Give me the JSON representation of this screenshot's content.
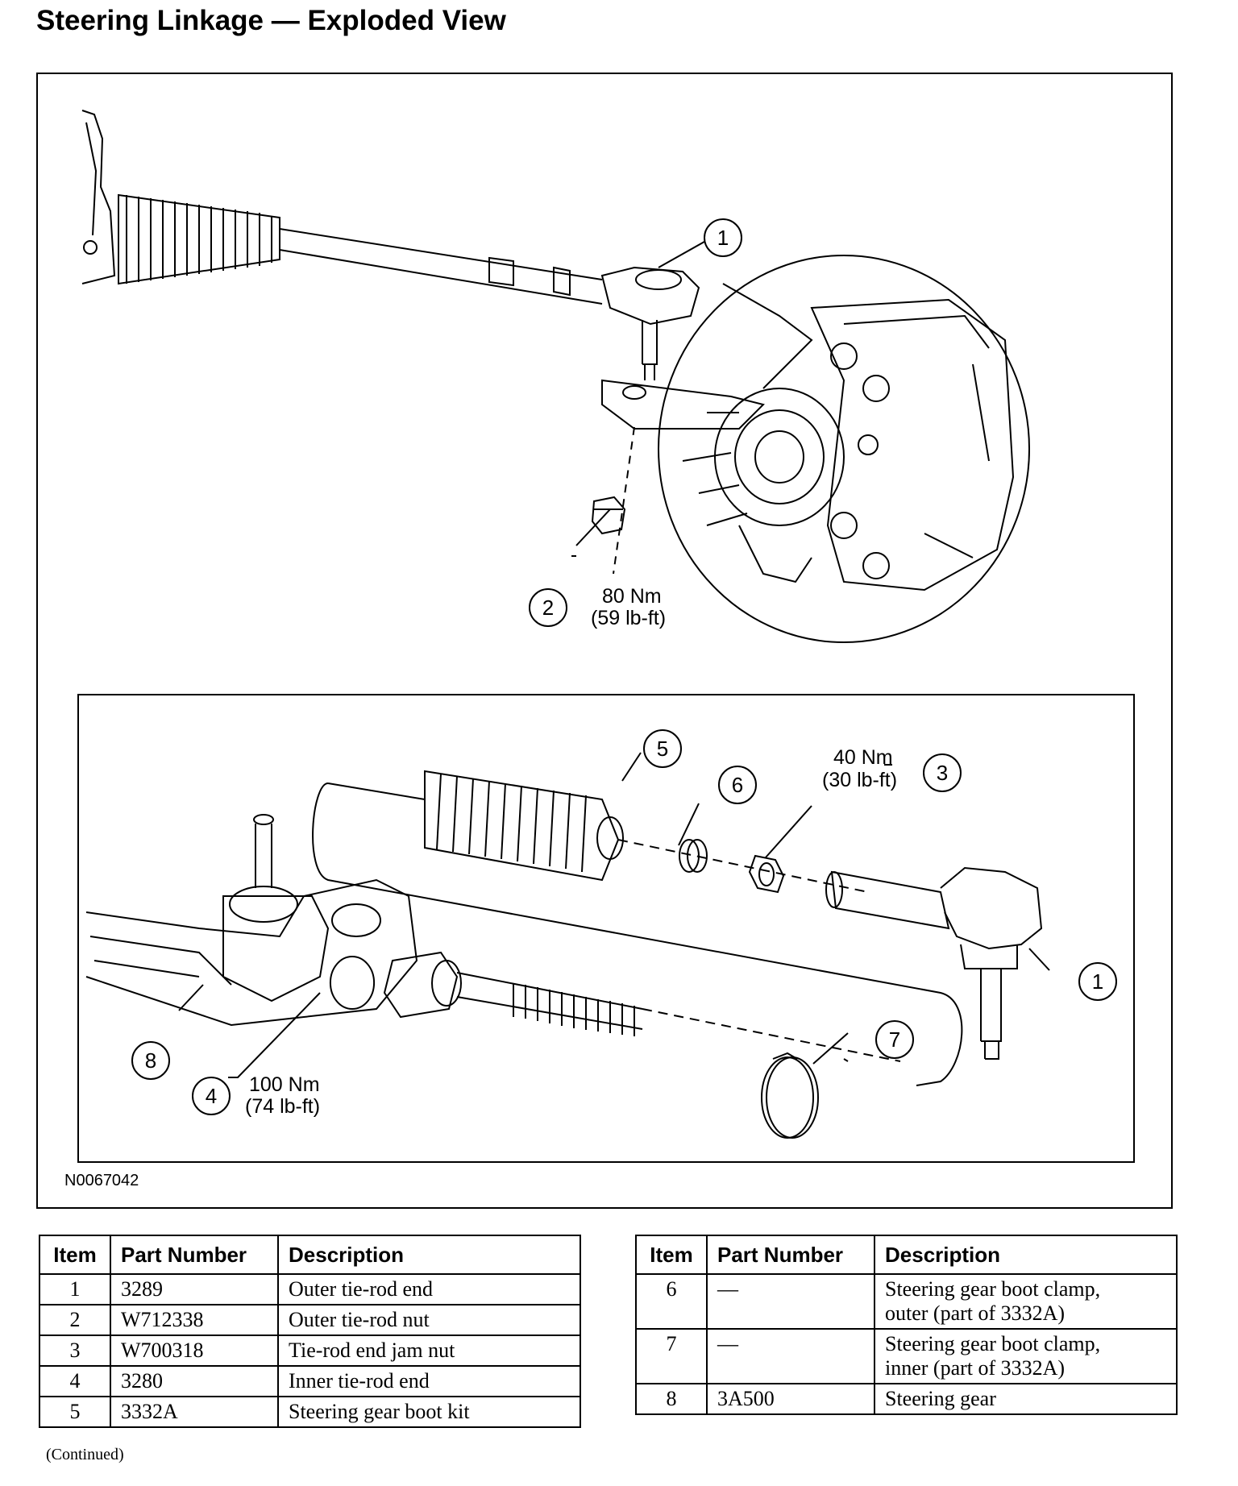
{
  "title": "Steering Linkage — Exploded View",
  "figure": {
    "code": "N0067042",
    "callouts": [
      {
        "item": "1"
      },
      {
        "item": "2",
        "torque_nm": "80 Nm",
        "torque_lbft": "(59 lb-ft)"
      },
      {
        "item": "3",
        "torque_nm": "40 Nm",
        "torque_lbft": "(30 lb-ft)"
      },
      {
        "item": "4",
        "torque_nm": "100 Nm",
        "torque_lbft": "(74 lb-ft)"
      },
      {
        "item": "5"
      },
      {
        "item": "6"
      },
      {
        "item": "7"
      },
      {
        "item": "8"
      },
      {
        "item": "1"
      }
    ]
  },
  "table": {
    "headers": [
      "Item",
      "Part Number",
      "Description"
    ],
    "rows": [
      {
        "item": "1",
        "part": "3289",
        "description": "Outer tie-rod end"
      },
      {
        "item": "2",
        "part": "W712338",
        "description": "Outer tie-rod nut"
      },
      {
        "item": "3",
        "part": "W700318",
        "description": "Tie-rod end jam nut"
      },
      {
        "item": "4",
        "part": "3280",
        "description": "Inner tie-rod end"
      },
      {
        "item": "5",
        "part": "3332A",
        "description": "Steering gear boot kit"
      },
      {
        "item": "6",
        "part": "—",
        "description_line1": "Steering gear boot clamp,",
        "description_line2": "outer (part of 3332A)"
      },
      {
        "item": "7",
        "part": "—",
        "description_line1": "Steering gear boot clamp,",
        "description_line2": "inner (part of 3332A)"
      },
      {
        "item": "8",
        "part": "3A500",
        "description": "Steering gear"
      }
    ]
  },
  "continued": "(Continued)"
}
